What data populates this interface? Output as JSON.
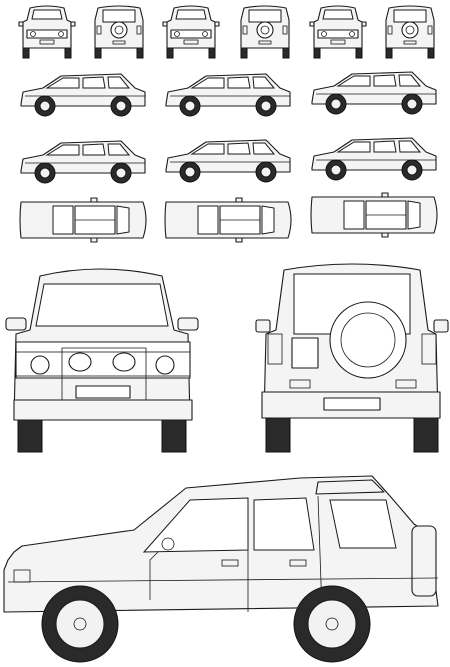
{
  "sheet": {
    "description_visible_text": [],
    "colors": {
      "line": "#1a1a1a",
      "fill": "#f4f4f4",
      "background": "#ffffff",
      "tire": "#2a2a2a"
    },
    "small_views": {
      "front_back_row": [
        "front",
        "rear",
        "front",
        "rear",
        "front",
        "rear"
      ],
      "side_rows": [
        [
          "side-softtop",
          "side-5door",
          "side-3door"
        ],
        [
          "side-softtop-rear",
          "side-5door-rear",
          "side-3door-rear"
        ]
      ],
      "top_row": [
        "top-softtop",
        "top-5door",
        "top-3door"
      ]
    },
    "large_views": [
      "front-with-bullbar",
      "rear-with-spare-wheel",
      "side-5door"
    ]
  }
}
